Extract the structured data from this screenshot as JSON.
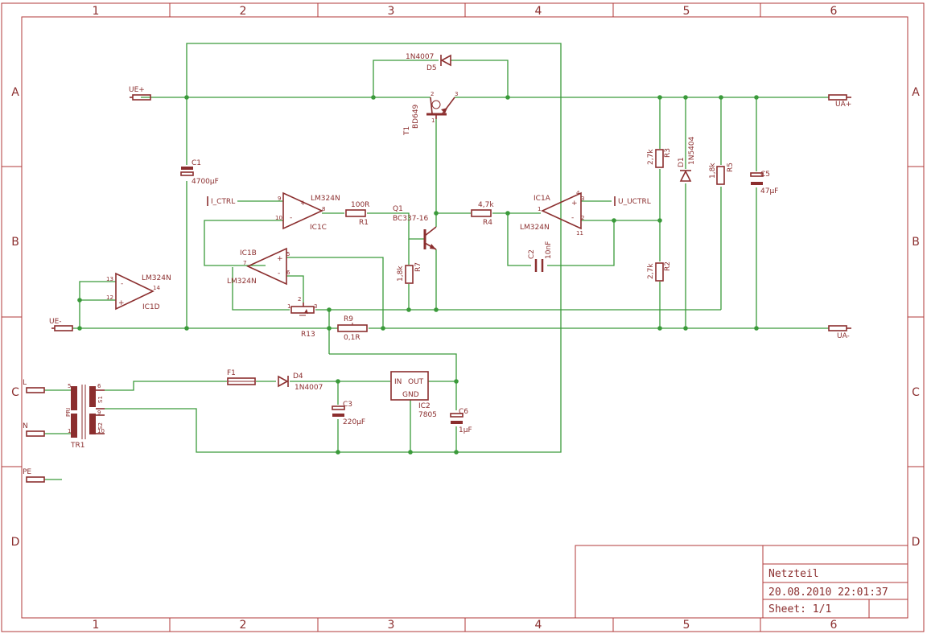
{
  "frame": {
    "columns": [
      "1",
      "2",
      "3",
      "4",
      "5",
      "6"
    ],
    "rows": [
      "A",
      "B",
      "C",
      "D"
    ]
  },
  "title_block": {
    "title": "Netzteil",
    "date": "20.08.2010 22:01:37",
    "sheet": "Sheet: 1/1"
  },
  "connectors": {
    "ue_plus": "UE+",
    "ue_minus": "UE-",
    "ua_plus": "UA+",
    "ua_minus": "UA-",
    "l": "L",
    "n": "N",
    "pe": "PE",
    "i_ctrl": "I_CTRL",
    "u_uctrl": "U_UCTRL"
  },
  "components": {
    "c1": {
      "name": "C1",
      "value": "4700µF"
    },
    "c2": {
      "name": "C2",
      "value": "10nF"
    },
    "c3": {
      "name": "C3",
      "value": "220µF"
    },
    "c5": {
      "name": "C5",
      "value": "47µF"
    },
    "c6": {
      "name": "C6",
      "value": "1µF"
    },
    "d1": {
      "name": "D1",
      "value": "1N5404"
    },
    "d4": {
      "name": "D4",
      "value": "1N4007"
    },
    "d5": {
      "name": "D5",
      "value": "1N4007"
    },
    "f1": {
      "name": "F1"
    },
    "r1": {
      "name": "R1",
      "value": "100R"
    },
    "r2": {
      "name": "R2",
      "value": "2,7k"
    },
    "r3": {
      "name": "R3",
      "value": "2,7k"
    },
    "r4": {
      "name": "R4",
      "value": "4,7k"
    },
    "r5": {
      "name": "R5",
      "value": "1,8k"
    },
    "r7": {
      "name": "R7",
      "value": "1,8k"
    },
    "r9": {
      "name": "R9",
      "value": "0,1R"
    },
    "r13": {
      "name": "R13"
    },
    "t1": {
      "name": "T1",
      "value": "BD649"
    },
    "q1": {
      "name": "Q1",
      "value": "BC337-16"
    },
    "ic1a": {
      "name": "IC1A",
      "value": "LM324N"
    },
    "ic1b": {
      "name": "IC1B",
      "value": "LM324N"
    },
    "ic1c": {
      "name": "IC1C",
      "value": "LM324N"
    },
    "ic1d": {
      "name": "IC1D",
      "value": "LM324N"
    },
    "ic2": {
      "name": "IC2",
      "value": "7805",
      "pin_in": "IN",
      "pin_out": "OUT",
      "pin_gnd": "GND"
    },
    "tr1": {
      "name": "TR1",
      "pri": "PRI",
      "s1": "S1",
      "s2": "S2"
    }
  },
  "pins": {
    "p1": "1",
    "p2": "2",
    "p3": "3",
    "p4": "4",
    "p5": "5",
    "p6": "6",
    "p7": "7",
    "p8": "8",
    "p9": "9",
    "p10": "10",
    "p11": "11",
    "p12": "12",
    "p13": "13",
    "p14": "14",
    "plus": "+",
    "minus": "-"
  },
  "colors": {
    "frame": "#b03a3a",
    "symbol": "#8b2e2e",
    "wire": "#3a9a3a"
  }
}
